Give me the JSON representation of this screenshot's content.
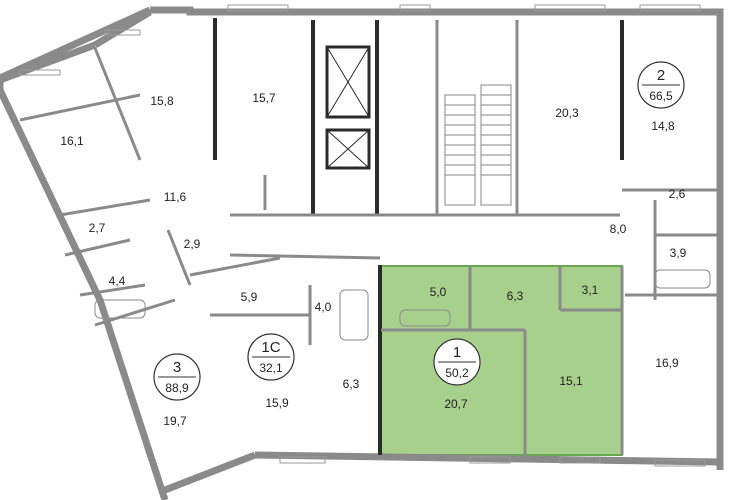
{
  "apartments": [
    {
      "number": "1",
      "area": "50,2"
    },
    {
      "number": "2",
      "area": "66,5"
    },
    {
      "number": "3",
      "area": "88,9"
    },
    {
      "number": "1С",
      "area": "32,1"
    }
  ],
  "rooms": [
    "16,1",
    "15,8",
    "15,7",
    "20,3",
    "14,8",
    "2,7",
    "11,6",
    "2,9",
    "4,4",
    "2,6",
    "8,0",
    "3,9",
    "5,9",
    "4,0",
    "5,0",
    "6,3",
    "3,1",
    "16,9",
    "19,7",
    "15,9",
    "6,3",
    "20,7",
    "15,1"
  ],
  "colors": {
    "highlight_fill": "#a8d08d",
    "highlight_stroke": "#6aa84f",
    "wall": "#8a8a8a",
    "dark_wall": "#2b2b2b"
  }
}
